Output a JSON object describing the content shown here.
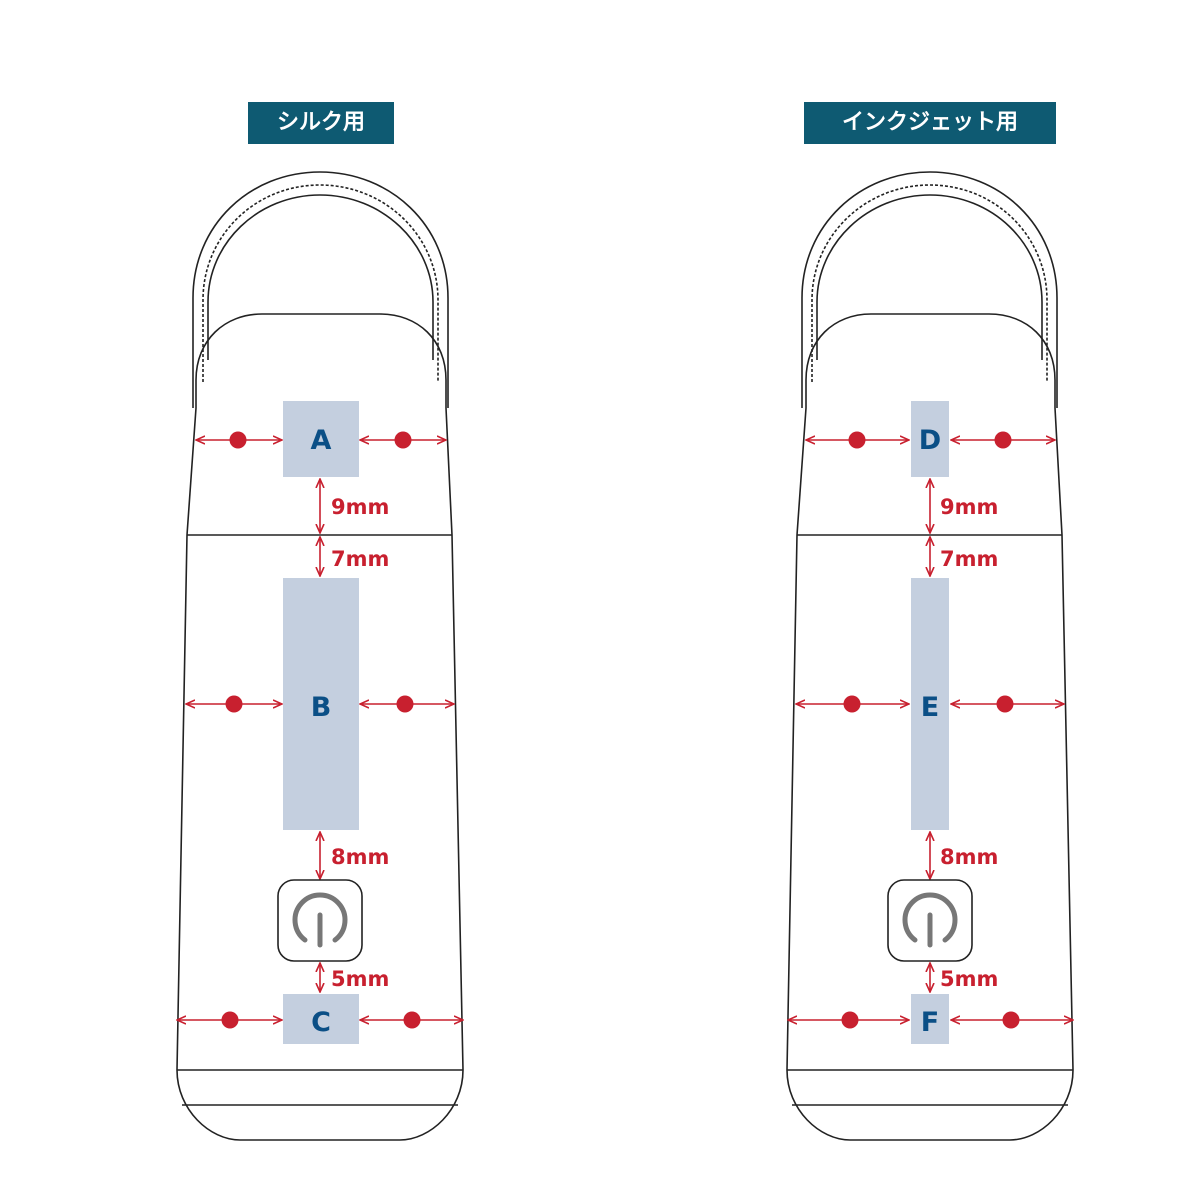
{
  "panels": [
    {
      "title": "シルク用",
      "areas": [
        {
          "label": "A"
        },
        {
          "label": "B"
        },
        {
          "label": "C"
        }
      ],
      "distances": [
        "9mm",
        "7mm",
        "8mm",
        "5mm"
      ]
    },
    {
      "title": "インクジェット用",
      "areas": [
        {
          "label": "D"
        },
        {
          "label": "E"
        },
        {
          "label": "F"
        }
      ],
      "distances": [
        "9mm",
        "7mm",
        "8mm",
        "5mm"
      ]
    }
  ],
  "colors": {
    "badge": "#0e5a72",
    "print_area": "#c4cfdf",
    "area_label": "#0b4f86",
    "dimension": "#c8202f",
    "outline": "#222222",
    "power_icon": "#777777"
  },
  "icons": [
    "power-button-icon"
  ]
}
